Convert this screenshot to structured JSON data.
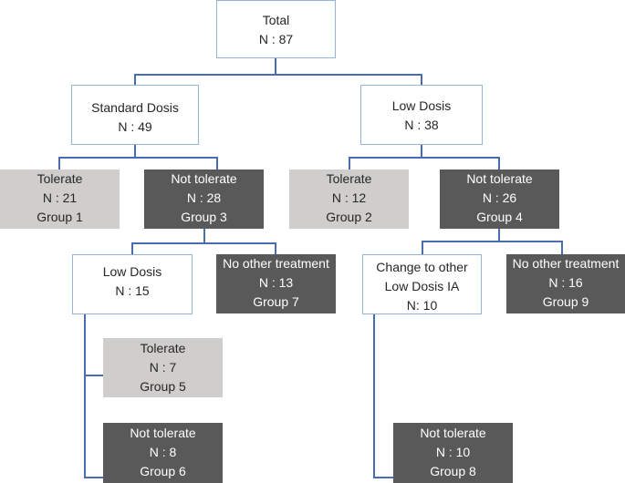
{
  "nodes": {
    "total": {
      "lines": [
        "Total",
        "N : 87"
      ],
      "style": "white"
    },
    "standard": {
      "lines": [
        "Standard Dosis",
        "N : 49"
      ],
      "style": "white"
    },
    "low": {
      "lines": [
        "Low Dosis",
        "N : 38"
      ],
      "style": "white"
    },
    "group1": {
      "lines": [
        "Tolerate",
        "N : 21",
        "Group 1"
      ],
      "style": "light"
    },
    "group3": {
      "lines": [
        "Not tolerate",
        "N : 28",
        "Group 3"
      ],
      "style": "dark"
    },
    "group2": {
      "lines": [
        "Tolerate",
        "N : 12",
        "Group 2"
      ],
      "style": "light"
    },
    "group4": {
      "lines": [
        "Not tolerate",
        "N : 26",
        "Group 4"
      ],
      "style": "dark"
    },
    "low_from_std": {
      "lines": [
        "Low Dosis",
        "N : 15"
      ],
      "style": "white"
    },
    "group7": {
      "lines": [
        "No other treatment",
        "N : 13",
        "Group 7"
      ],
      "style": "dark"
    },
    "change": {
      "lines": [
        "Change to other",
        "Low Dosis IA",
        "N: 10"
      ],
      "style": "white"
    },
    "group9": {
      "lines": [
        "No other treatment",
        "N : 16",
        "Group 9"
      ],
      "style": "dark"
    },
    "group5": {
      "lines": [
        "Tolerate",
        "N : 7",
        "Group 5"
      ],
      "style": "light"
    },
    "group6": {
      "lines": [
        "Not tolerate",
        "N : 8",
        "Group 6"
      ],
      "style": "dark"
    },
    "group8": {
      "lines": [
        "Not tolerate",
        "N : 10",
        "Group 8"
      ],
      "style": "dark"
    }
  },
  "colors": {
    "connector": "#4a6cb0",
    "white_border": "#95b3d7",
    "light_fill": "#d0cecd",
    "dark_fill": "#595959"
  }
}
